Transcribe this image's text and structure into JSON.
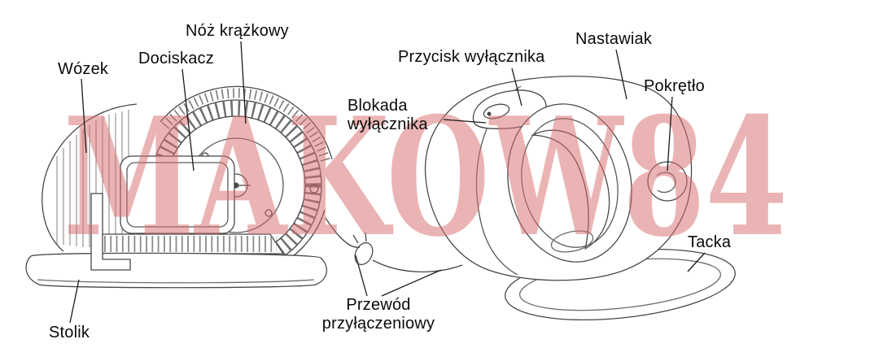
{
  "watermark": {
    "text": "MAKOW84",
    "color": "#d96c6c"
  },
  "colors": {
    "line": "#3f3f3f",
    "label_text": "#0a0a0a",
    "background": "#ffffff"
  },
  "labels": {
    "noz_krazkowy": "Nóż krążkowy",
    "dociskacz": "Dociskacz",
    "wozek": "Wózek",
    "przycisk_wylacznika": "Przycisk wyłącznika",
    "nastawiak": "Nastawiak",
    "pokretlo": "Pokrętło",
    "blokada_wylacznika": {
      "line1": "Blokada",
      "line2": "wyłącznika"
    },
    "tacka": "Tacka",
    "przewod_przylaczeniowy": {
      "line1": "Przewód",
      "line2": "przyłączeniowy"
    },
    "stolik": "Stolik"
  }
}
